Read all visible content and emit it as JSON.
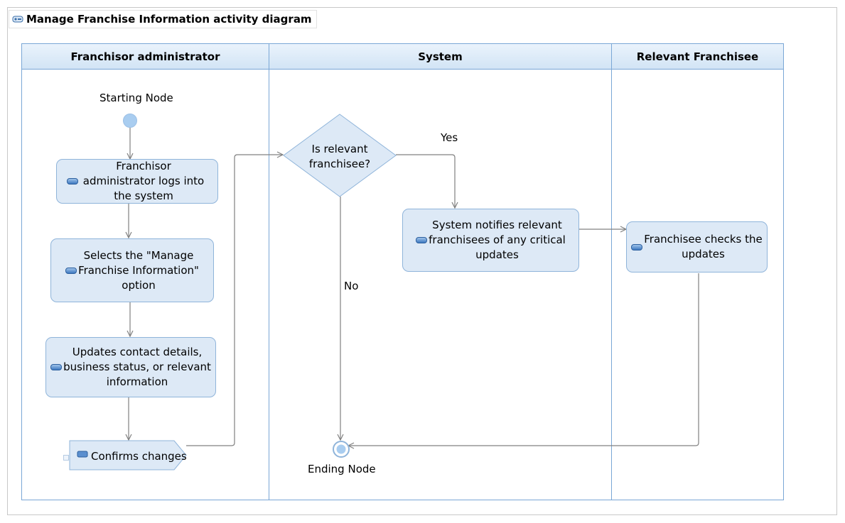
{
  "diagram_title": "Manage Franchise Information activity diagram",
  "lanes": [
    {
      "label": "Franchisor administrator"
    },
    {
      "label": "System"
    },
    {
      "label": "Relevant Franchisee"
    }
  ],
  "nodes": {
    "start_label": "Starting Node",
    "end_label": "Ending Node",
    "login": "Franchisor administrator logs into the system",
    "select_line1": "Selects the \"Manage",
    "select_line2": "Franchise Information\"",
    "select_line3": "option",
    "update_line1": "Updates contact details,",
    "update_line2": "business status, or relevant",
    "update_line3": "information",
    "confirm": "Confirms changes",
    "decision_line1": "Is relevant",
    "decision_line2": "franchisee?",
    "notify_line1": "System notifies relevant",
    "notify_line2": "franchisees of any critical",
    "notify_line3": "updates",
    "check_line1": "Franchisee checks the",
    "check_line2": "updates"
  },
  "edges": {
    "yes_label": "Yes",
    "no_label": "No"
  },
  "colors": {
    "lane_border": "#7aa7d6",
    "action_fill": "#dde9f6",
    "action_border": "#8fb4da",
    "edge": "#808080",
    "start_node": "#a9cdf0"
  }
}
